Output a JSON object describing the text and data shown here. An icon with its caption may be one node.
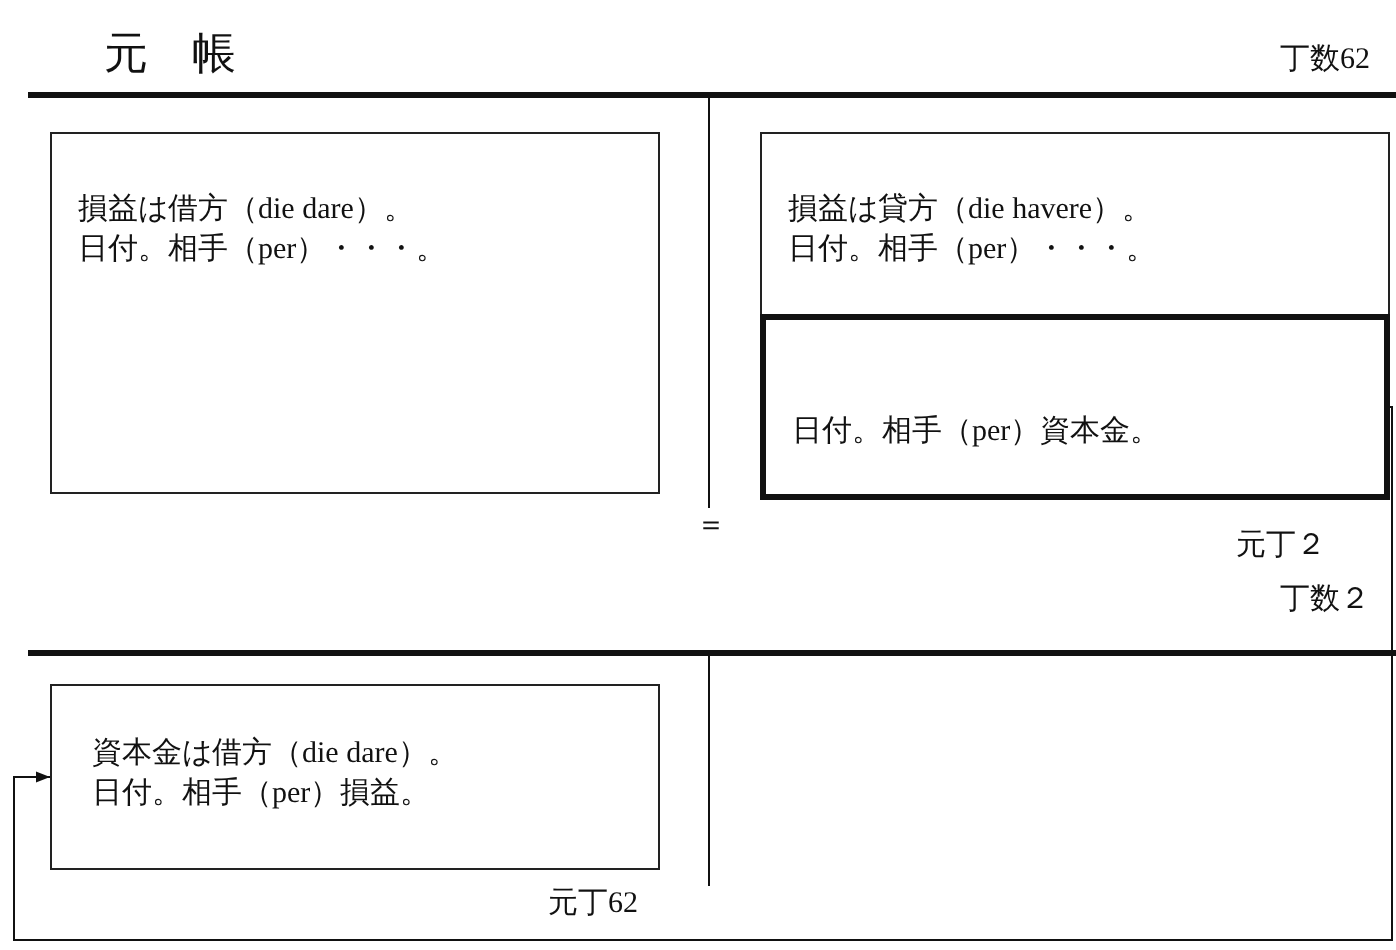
{
  "diagram": {
    "title": "元　帳",
    "nodes": [
      {
        "text": [
          "損益は借方（die dare）。",
          "日付。相手（per）・・・。"
        ]
      },
      {
        "text": [
          "損益は貸方（die havere）。",
          "日付。相手（per）・・・。"
        ]
      },
      {
        "text": [
          "日付。相手（per）資本金。"
        ],
        "beside": [
          "元丁２"
        ]
      },
      {
        "text": [
          "資本金は借方（die dare）。",
          "日付。相手（per）損益。"
        ],
        "beside": [
          "元丁62"
        ]
      }
    ],
    "edges": [
      {
        "from": 2,
        "to": 3,
        "arrow": "to"
      }
    ],
    "labels": [
      "丁数62",
      "＝",
      "丁数２"
    ]
  }
}
